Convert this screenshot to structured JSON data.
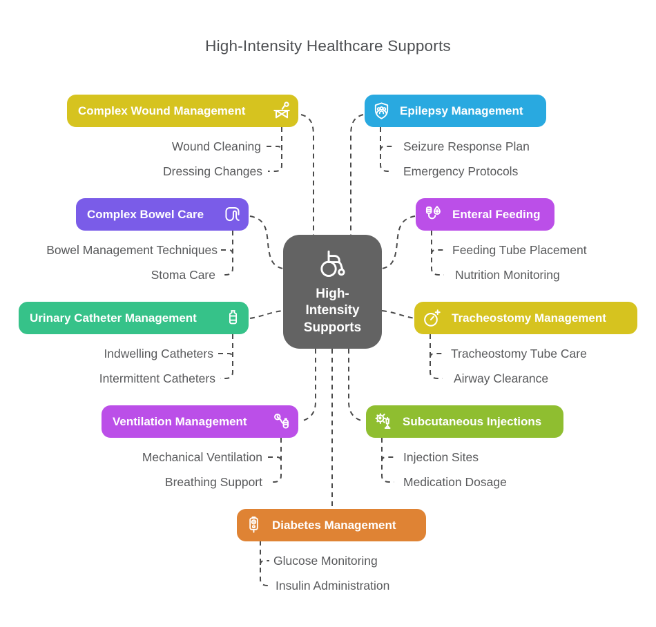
{
  "title": "High-Intensity Healthcare Supports",
  "center": {
    "label": "High-Intensity Supports",
    "color": "#636363",
    "icon": "wheelchair-icon"
  },
  "connector_color": "#4a4a4a",
  "text_color": "#58595b",
  "branches": [
    {
      "id": "complex-wound-management",
      "label": "Complex Wound Management",
      "color": "#d6c31f",
      "side": "left",
      "icon": "patient-table-icon",
      "children": [
        "Wound Cleaning",
        "Dressing Changes"
      ]
    },
    {
      "id": "epilepsy-management",
      "label": "Epilepsy Management",
      "color": "#29a9e0",
      "side": "right",
      "icon": "shield-group-icon",
      "children": [
        "Seizure Response Plan",
        "Emergency Protocols"
      ]
    },
    {
      "id": "complex-bowel-care",
      "label": "Complex Bowel Care",
      "color": "#7a5ce8",
      "side": "left",
      "icon": "intestine-icon",
      "children": [
        "Bowel Management Techniques",
        "Stoma Care"
      ]
    },
    {
      "id": "enteral-feeding",
      "label": "Enteral Feeding",
      "color": "#bb4fe8",
      "side": "right",
      "icon": "feeding-pump-icon",
      "children": [
        "Feeding Tube Placement",
        "Nutrition Monitoring"
      ]
    },
    {
      "id": "urinary-catheter-management",
      "label": "Urinary Catheter Management",
      "color": "#36c289",
      "side": "left",
      "icon": "urine-bottle-icon",
      "children": [
        "Indwelling Catheters",
        "Intermittent Catheters"
      ]
    },
    {
      "id": "tracheostomy-management",
      "label": "Tracheostomy Management",
      "color": "#d6c31f",
      "side": "right",
      "icon": "timer-cross-icon",
      "children": [
        "Tracheostomy Tube Care",
        "Airway Clearance"
      ]
    },
    {
      "id": "ventilation-management",
      "label": "Ventilation Management",
      "color": "#bb4fe8",
      "side": "left",
      "icon": "ventilator-icon",
      "children": [
        "Mechanical Ventilation",
        "Breathing Support"
      ]
    },
    {
      "id": "subcutaneous-injections",
      "label": "Subcutaneous Injections",
      "color": "#8fbe30",
      "side": "right",
      "icon": "syringe-germ-icon",
      "children": [
        "Injection Sites",
        "Medication Dosage"
      ]
    },
    {
      "id": "diabetes-management",
      "label": "Diabetes Management",
      "color": "#df8334",
      "side": "right",
      "icon": "glucometer-icon",
      "children": [
        "Glucose Monitoring",
        "Insulin Administration"
      ]
    }
  ]
}
